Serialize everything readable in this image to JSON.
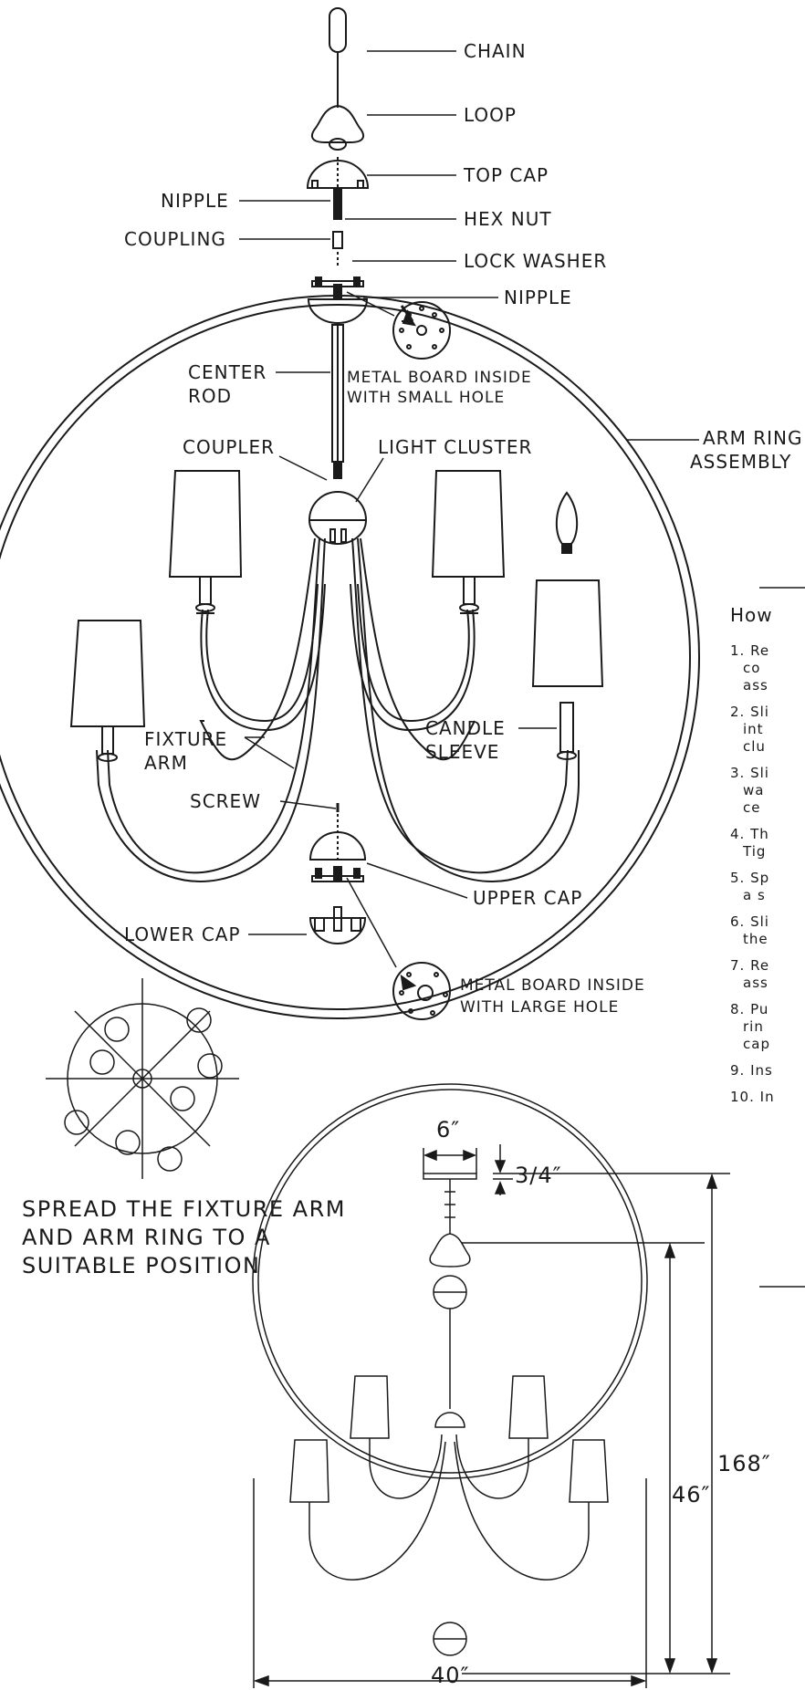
{
  "labels": {
    "chain": "CHAIN",
    "loop": "LOOP",
    "top_cap": "TOP CAP",
    "nipple_upper": "NIPPLE",
    "hex_nut": "HEX NUT",
    "coupling": "COUPLING",
    "lock_washer": "LOCK WASHER",
    "nipple_lower": "NIPPLE",
    "center_rod_1": "CENTER",
    "center_rod_2": "ROD",
    "metal_board_small_1": "METAL BOARD INSIDE",
    "metal_board_small_2": "WITH SMALL HOLE",
    "arm_ring_1": "ARM RING",
    "arm_ring_2": "ASSEMBLY",
    "coupler": "COUPLER",
    "light_cluster": "LIGHT CLUSTER",
    "fixture_arm_1": "FIXTURE",
    "fixture_arm_2": "ARM",
    "candle_sleeve_1": "CANDLE",
    "candle_sleeve_2": "SLEEVE",
    "screw": "SCREW",
    "upper_cap": "UPPER CAP",
    "lower_cap": "LOWER CAP",
    "metal_board_large_1": "METAL BOARD INSIDE",
    "metal_board_large_2": "WITH LARGE HOLE"
  },
  "spread_note": {
    "line1": "SPREAD THE FIXTURE ARM",
    "line2": "AND ARM RING TO A",
    "line3": "SUITABLE POSITION"
  },
  "dimensions": {
    "canopy_width": "6″",
    "canopy_height": "3/4″",
    "overall_height": "168″",
    "fixture_height": "46″",
    "fixture_width": "40″"
  },
  "instructions": {
    "title": "How",
    "steps": [
      {
        "num": "1.",
        "lines": [
          "Re",
          "co",
          "ass"
        ]
      },
      {
        "num": "2.",
        "lines": [
          "Sli",
          "int",
          "clu"
        ]
      },
      {
        "num": "3.",
        "lines": [
          "Sli",
          "wa",
          "ce"
        ]
      },
      {
        "num": "4.",
        "lines": [
          "Th",
          "Tig"
        ]
      },
      {
        "num": "5.",
        "lines": [
          "Sp",
          "a s"
        ]
      },
      {
        "num": "6.",
        "lines": [
          "Sli",
          "the"
        ]
      },
      {
        "num": "7.",
        "lines": [
          "Re",
          "ass"
        ]
      },
      {
        "num": "8.",
        "lines": [
          "Pu",
          "rin",
          "cap"
        ]
      },
      {
        "num": "9.",
        "lines": [
          "Ins"
        ]
      },
      {
        "num": "10.",
        "lines": [
          "In"
        ]
      }
    ]
  }
}
